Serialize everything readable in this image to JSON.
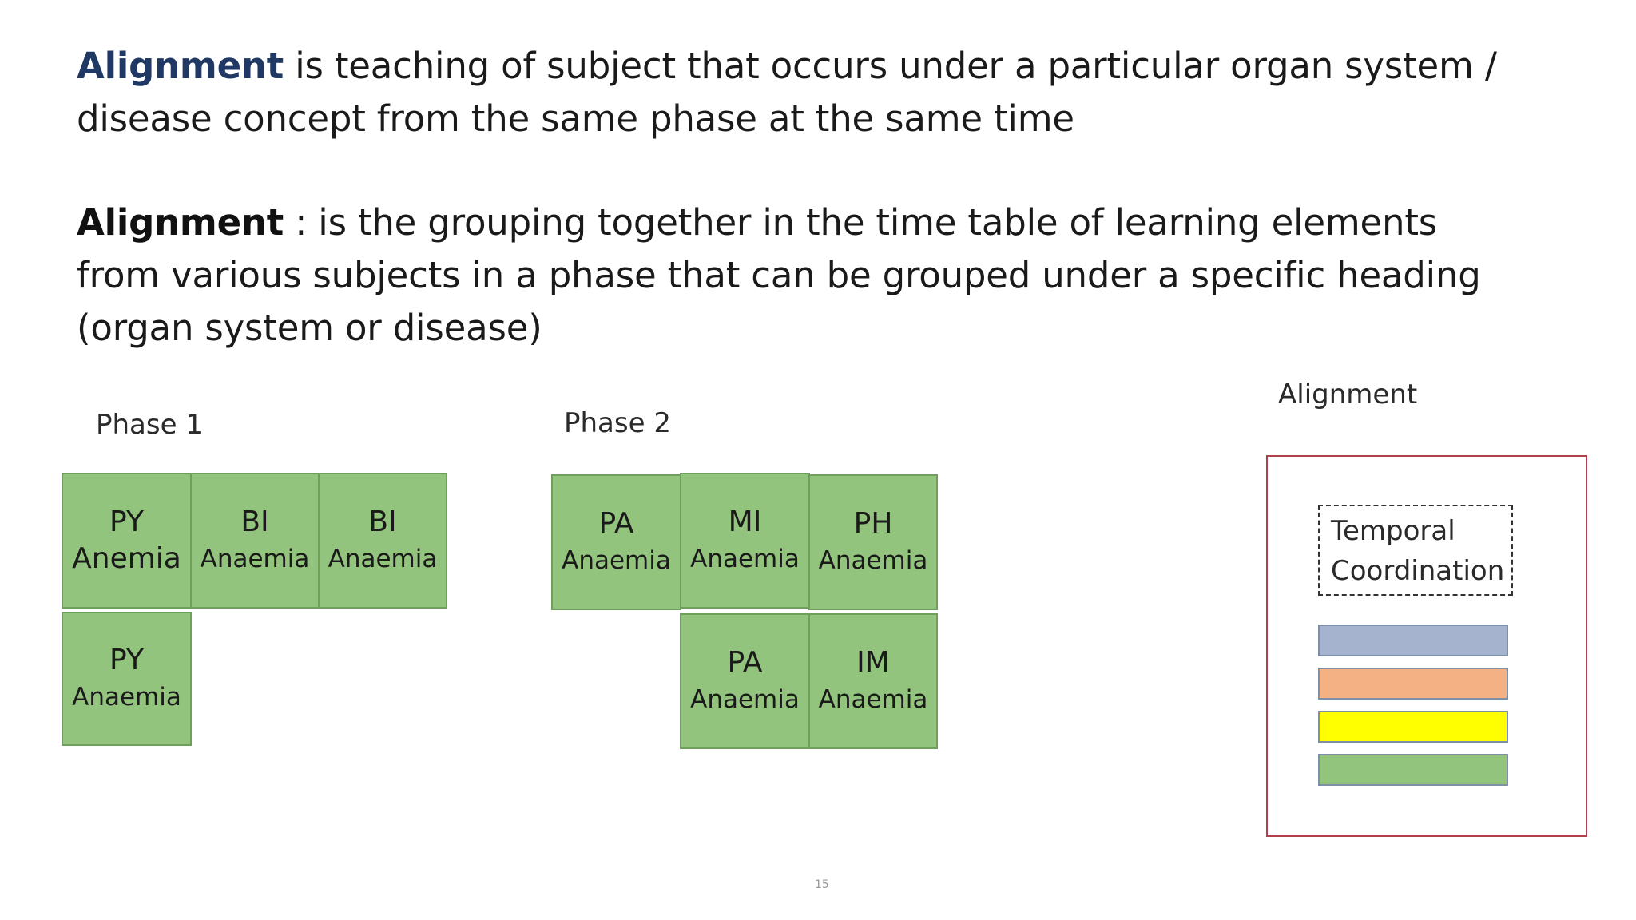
{
  "definitions": {
    "def1": {
      "term": "Alignment",
      "text": " is teaching of subject that occurs under a particular organ system / disease concept from the same phase at the same time"
    },
    "def2": {
      "term": "Alignment",
      "text": " : is the grouping together in the time table of learning elements from various subjects in a phase that can be grouped under a specific heading (organ system or disease)"
    }
  },
  "phase1": {
    "label": "Phase 1",
    "cells": [
      {
        "code": "PY",
        "topic": "Anemia"
      },
      {
        "code": "BI",
        "topic": "Anaemia"
      },
      {
        "code": "BI",
        "topic": "Anaemia"
      },
      {
        "code": "PY",
        "topic": "Anaemia"
      }
    ]
  },
  "phase2": {
    "label": "Phase 2",
    "cells": [
      {
        "code": "PA",
        "topic": "Anaemia"
      },
      {
        "code": "MI",
        "topic": "Anaemia"
      },
      {
        "code": "PH",
        "topic": "Anaemia"
      },
      {
        "code": "PA",
        "topic": "Anaemia"
      },
      {
        "code": "IM",
        "topic": "Anaemia"
      }
    ]
  },
  "alignment": {
    "label": "Alignment",
    "temporal": "Temporal Coordination",
    "swatches": [
      "#a5b3cf",
      "#f4b183",
      "#ffff00",
      "#93c47d"
    ]
  },
  "colors": {
    "cell_fill": "#93c47d",
    "term_blue": "#1f3864",
    "legend_border": "#b0404a"
  },
  "footer": {
    "mark": "15"
  }
}
